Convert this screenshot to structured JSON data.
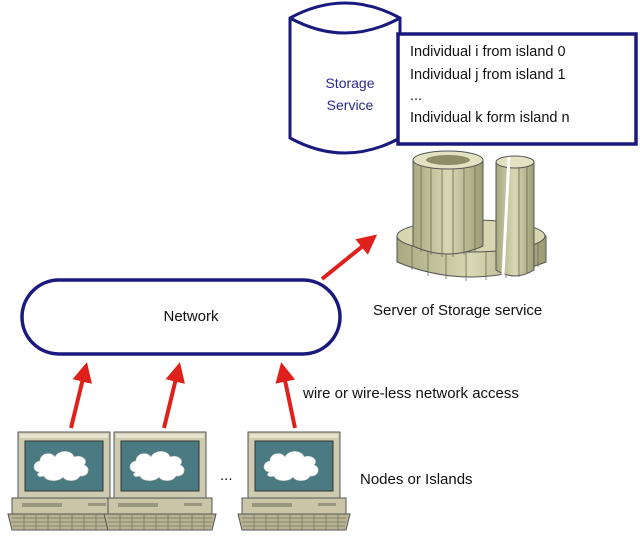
{
  "storage_service": {
    "line1": "Storage",
    "line2": "Service"
  },
  "individuals": [
    "Individual i from island 0",
    "Individual j from island 1",
    "...",
    "Individual k form island n"
  ],
  "server_label": "Server of Storage service",
  "network_label": "Network",
  "access_label": "wire or wire-less network access",
  "nodes_label": "Nodes or Islands",
  "nodes_ellipsis": "...",
  "colors": {
    "outline_blue": "#1a1a7e",
    "arrow_red": "#e0201a",
    "computer_beige": "#ccc9a8",
    "screen_teal": "#4a7a82",
    "server_khaki": "#c4c49a"
  },
  "icons": [
    "storage-cylinder-icon",
    "server-tower-icon",
    "desktop-computer-icon",
    "cloud-icon"
  ]
}
